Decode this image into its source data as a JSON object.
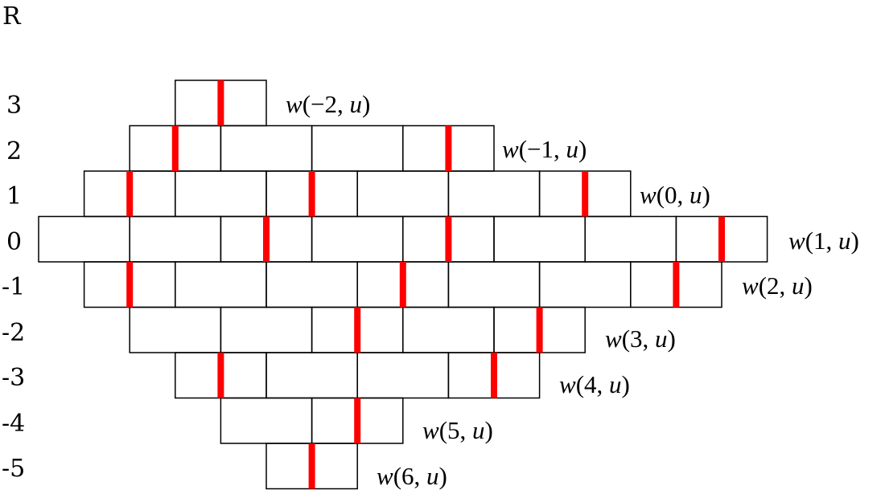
{
  "header": "R",
  "colors": {
    "line": "#000000",
    "marker": "#ff0000"
  },
  "rows": [
    {
      "index": "3",
      "label_var": "w",
      "label_arg": "−2",
      "label_param": "u"
    },
    {
      "index": "2",
      "label_var": "w",
      "label_arg": "−1",
      "label_param": "u"
    },
    {
      "index": "1",
      "label_var": "w",
      "label_arg": "0",
      "label_param": "u"
    },
    {
      "index": "0",
      "label_var": "w",
      "label_arg": "1",
      "label_param": "u"
    },
    {
      "index": "-1",
      "label_var": "w",
      "label_arg": "2",
      "label_param": "u"
    },
    {
      "index": "-2",
      "label_var": "w",
      "label_arg": "3",
      "label_param": "u"
    },
    {
      "index": "-3",
      "label_var": "w",
      "label_arg": "4",
      "label_param": "u"
    },
    {
      "index": "-4",
      "label_var": "w",
      "label_arg": "5",
      "label_param": "u"
    },
    {
      "index": "-5",
      "label_var": "w",
      "label_arg": "6",
      "label_param": "u"
    }
  ]
}
